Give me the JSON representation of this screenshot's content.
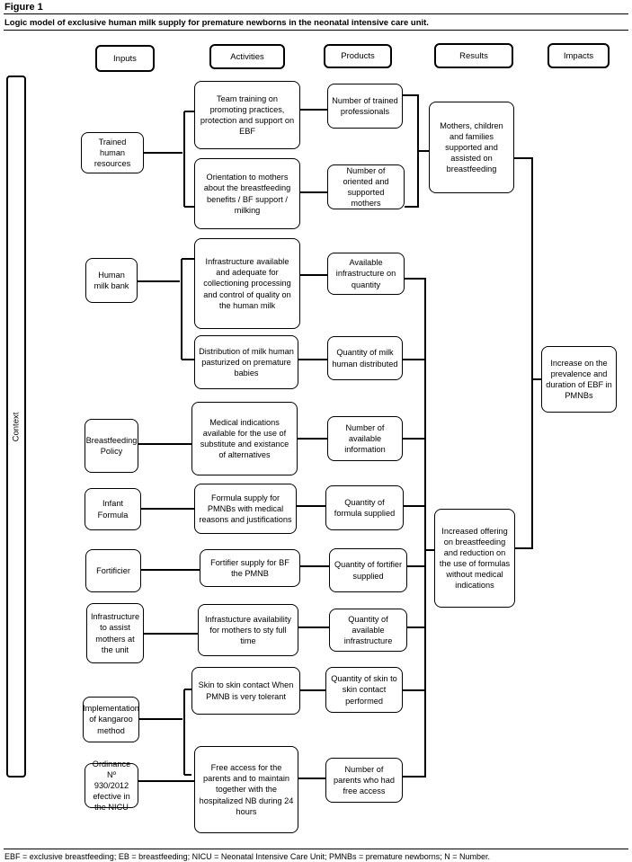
{
  "figure_label": "Figure 1",
  "caption": "Logic model of exclusive human milk supply for premature newborns in the neonatal intensive care unit.",
  "footnote": "EBF = exclusive breastfeeding; EB = breastfeeding; NICU = Neonatal Intensive Care Unit; PMNBs = premature newborns; N = Number.",
  "headers": {
    "inputs": "Inputs",
    "activities": "Activities",
    "products": "Products",
    "results": "Results",
    "impacts": "Impacts"
  },
  "context_label": "Context",
  "inputs": {
    "trained_hr": "Trained human resources",
    "milk_bank": "Human milk bank",
    "bf_policy": "Breastfeeding Policy",
    "infant_formula": "Infant Formula",
    "fortificier": "Fortificier",
    "infra_mothers": "Infrastructure to assist mothers at the unit",
    "kangaroo": "Implementation of kangaroo method",
    "ordinance": "Ordinance Nº 930/2012 efective in the NICU"
  },
  "activities": {
    "team_training": "Team training on promoting practices, protection and support on EBF",
    "orientation": "Orientation to mothers about the breastfeeding benefits / BF support / milking",
    "infra_available": "Infrastructure available and adequate for collectioning processing and control of quality on the human milk",
    "distribution": "Distribution of milk human pasturized on premature babies",
    "medical_indications": "Medical indications available for the use of substitute and existance of alternatives",
    "formula_supply": "Formula supply for PMNBs with medical reasons and justifications",
    "fortifier_supply": "Fortifier supply for BF the PMNB",
    "infra_availability": "Infrastucture availability for mothers to sty full time",
    "skin_to_skin": "Skin to skin contact When PMNB is very tolerant",
    "free_access": "Free access for the parents and to maintain together with the hospitalized NB during 24 hours"
  },
  "products": {
    "trained_professionals": "Number of trained professionals",
    "oriented_mothers": "Number of oriented and supported mothers",
    "available_infra": "Available infrastructure on quantity",
    "milk_distributed": "Quantity of milk human distributed",
    "available_info": "Number of available information",
    "formula_supplied": "Quantity of formula supplied",
    "fortifier_supplied": "Quantity of fortifier supplied",
    "available_infrastructure": "Quantity of available infrastructure",
    "skin_contact_performed": "Quantity of skin to skin contact performed",
    "parents_free_access": "Number of parents who had free access"
  },
  "results": {
    "mothers_supported": "Mothers, children and families supported and assisted on breastfeeding",
    "increased_offering": "Increased offering on breastfeeding and reduction on the use of formulas without medical indications"
  },
  "impacts": {
    "prevalence": "Increase on the prevalence and duration of EBF in PMNBs"
  }
}
